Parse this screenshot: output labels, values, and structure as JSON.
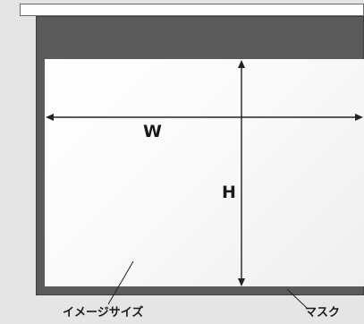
{
  "labels": {
    "width": "W",
    "height": "H",
    "image_size": "イメージサイズ",
    "mask": "マスク"
  },
  "colors": {
    "background": "#e5e5e5",
    "frame": "#5b5b5b",
    "image_area": "#ffffff",
    "lines": "#222222"
  }
}
